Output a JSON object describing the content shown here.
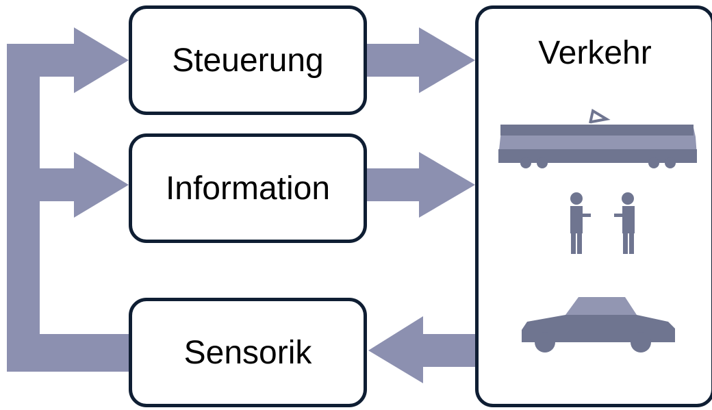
{
  "diagram": {
    "boxes": {
      "steuerung": "Steuerung",
      "information": "Information",
      "sensorik": "Sensorik",
      "verkehr": "Verkehr"
    },
    "icons": [
      "tram-icon",
      "people-icon",
      "car-icon"
    ],
    "colors": {
      "arrow": "#8c90b0",
      "icon": "#6f7590",
      "icon_light": "#9296b2",
      "border": "#0f1e33"
    }
  }
}
